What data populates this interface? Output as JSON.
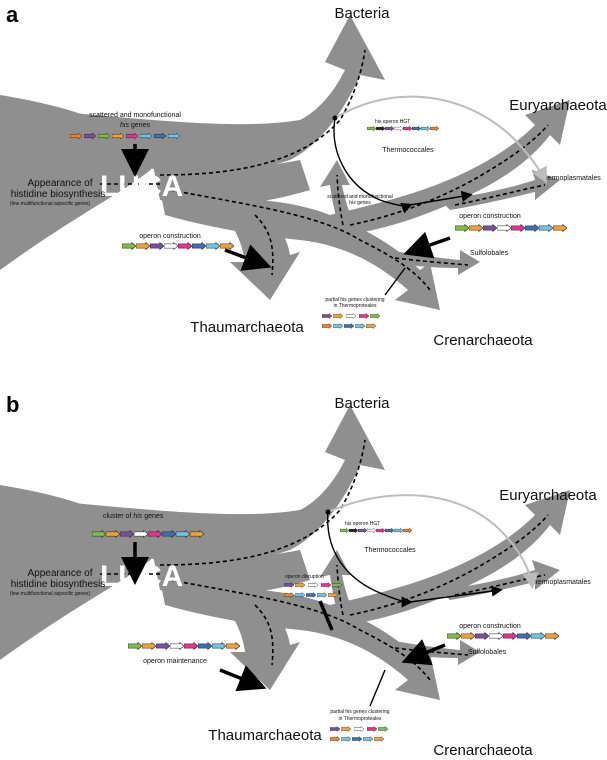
{
  "panels": {
    "a": {
      "letter": "a",
      "luca": "LUCA",
      "appearance_l1": "Appearance of",
      "appearance_l2": "histidine biosynthesis",
      "appearance_l3": "(few multifunctional aspecific genes)",
      "bacteria": "Bacteria",
      "euryarchaeota": "Euryarchaeota",
      "thermococcales": "Thermococcales",
      "thermoplasmatales": "Thermoplasmatales",
      "sulfolobales": "Sulfolobales",
      "thaumarchaeota": "Thaumarchaeota",
      "crenarchaeota": "Crenarchaeota",
      "top_note_l1": "scattered and monofunctional",
      "top_note_l2_em": "his",
      "top_note_l2": " genes",
      "hgt": "his operon HGT",
      "scattered_l1": "scattered and monofunctional",
      "scattered_l2": "his genes",
      "operon_left": "operon construction",
      "operon_right": "operon construction",
      "partial_l1": "partial his genes clustering",
      "partial_l2": "in Thermoproteales"
    },
    "b": {
      "letter": "b",
      "luca": "LUCA",
      "appearance_l1": "Appearance of",
      "appearance_l2": "histidine biosynthesis",
      "appearance_l3": "(few multifunctional aspecific genes)",
      "bacteria": "Bacteria",
      "euryarchaeota": "Euryarchaeota",
      "thermococcales": "Thermococcales",
      "thermoplasmatales": "Thermoplasmatales",
      "sulfolobales": "Sulfolobales",
      "thaumarchaeota": "Thaumarchaeota",
      "crenarchaeota": "Crenarchaeota",
      "cluster_pre": "cluster of ",
      "cluster_em": "his",
      "cluster_post": " genes",
      "hgt": "his operon HGT",
      "disruption": "operon disruption",
      "maintenance": "operon maintenance",
      "operon_right": "operon construction",
      "partial_l1": "partial his genes clustering",
      "partial_l2": "in Thermoproteales"
    }
  },
  "colors": {
    "tree": "#8f8f8f",
    "hgt_arc": "#bdbdbd",
    "genes": [
      "#f4a22d",
      "#7ac143",
      "#7b4fa0",
      "#ffffff",
      "#ec2f90",
      "#3b6fb6",
      "#6cc7e6",
      "#f58025"
    ]
  }
}
